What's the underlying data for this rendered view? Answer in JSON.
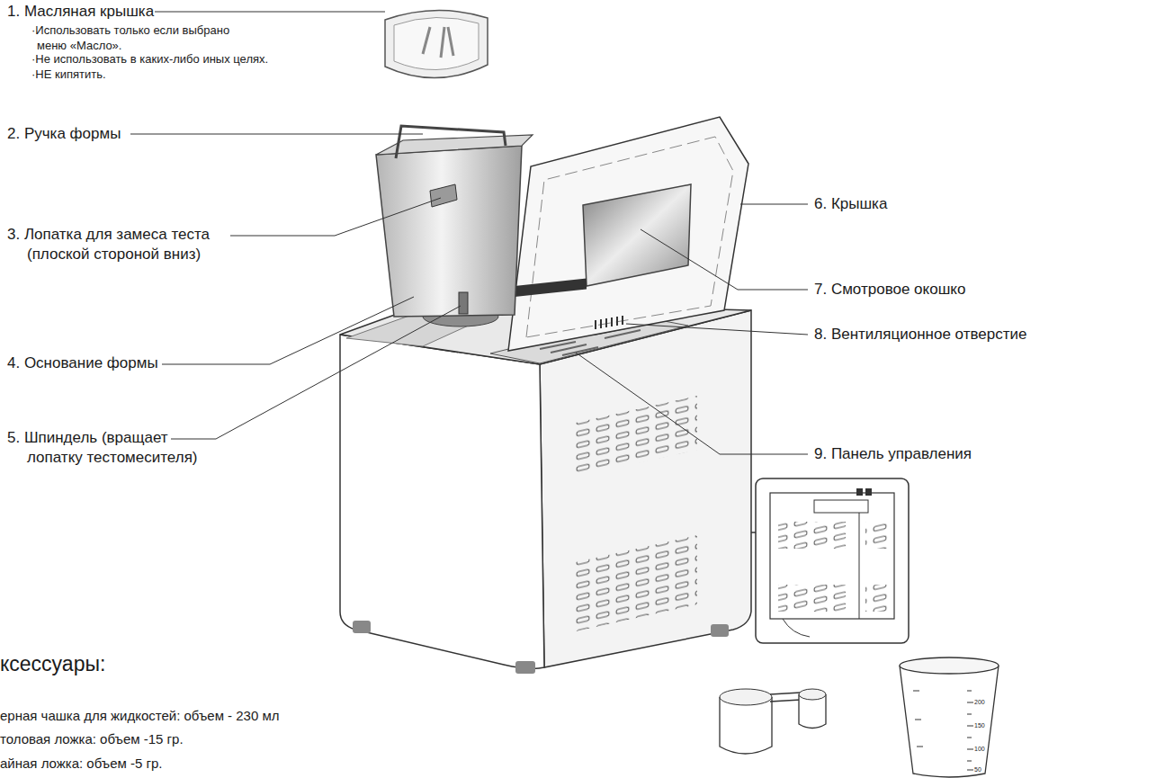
{
  "diagram": {
    "labels": [
      "1. Масляная крышка",
      "·Использовать только если выбрано меню «Масло».",
      "·Не использовать в каких-либо иных целях.",
      "·НЕ кипятить.",
      "2. Ручка формы",
      "3. Лопатка для замеса теста (плоской стороной вниз)",
      "4. Основание формы",
      "5. Шпиндель (вращает лопатку тестомесителя)",
      "6. Крышка",
      "7. Смотровое окошко",
      "8. Вентиляционное отверстие",
      "9. Панель управления",
      "ксессуары:",
      "ерная чашка для жидкостей: объем - 230 мл",
      "толовая ложка: объем -15 гр.",
      "айная ложка: объем -5 гр.",
      "200",
      "150",
      "100",
      "50"
    ]
  }
}
